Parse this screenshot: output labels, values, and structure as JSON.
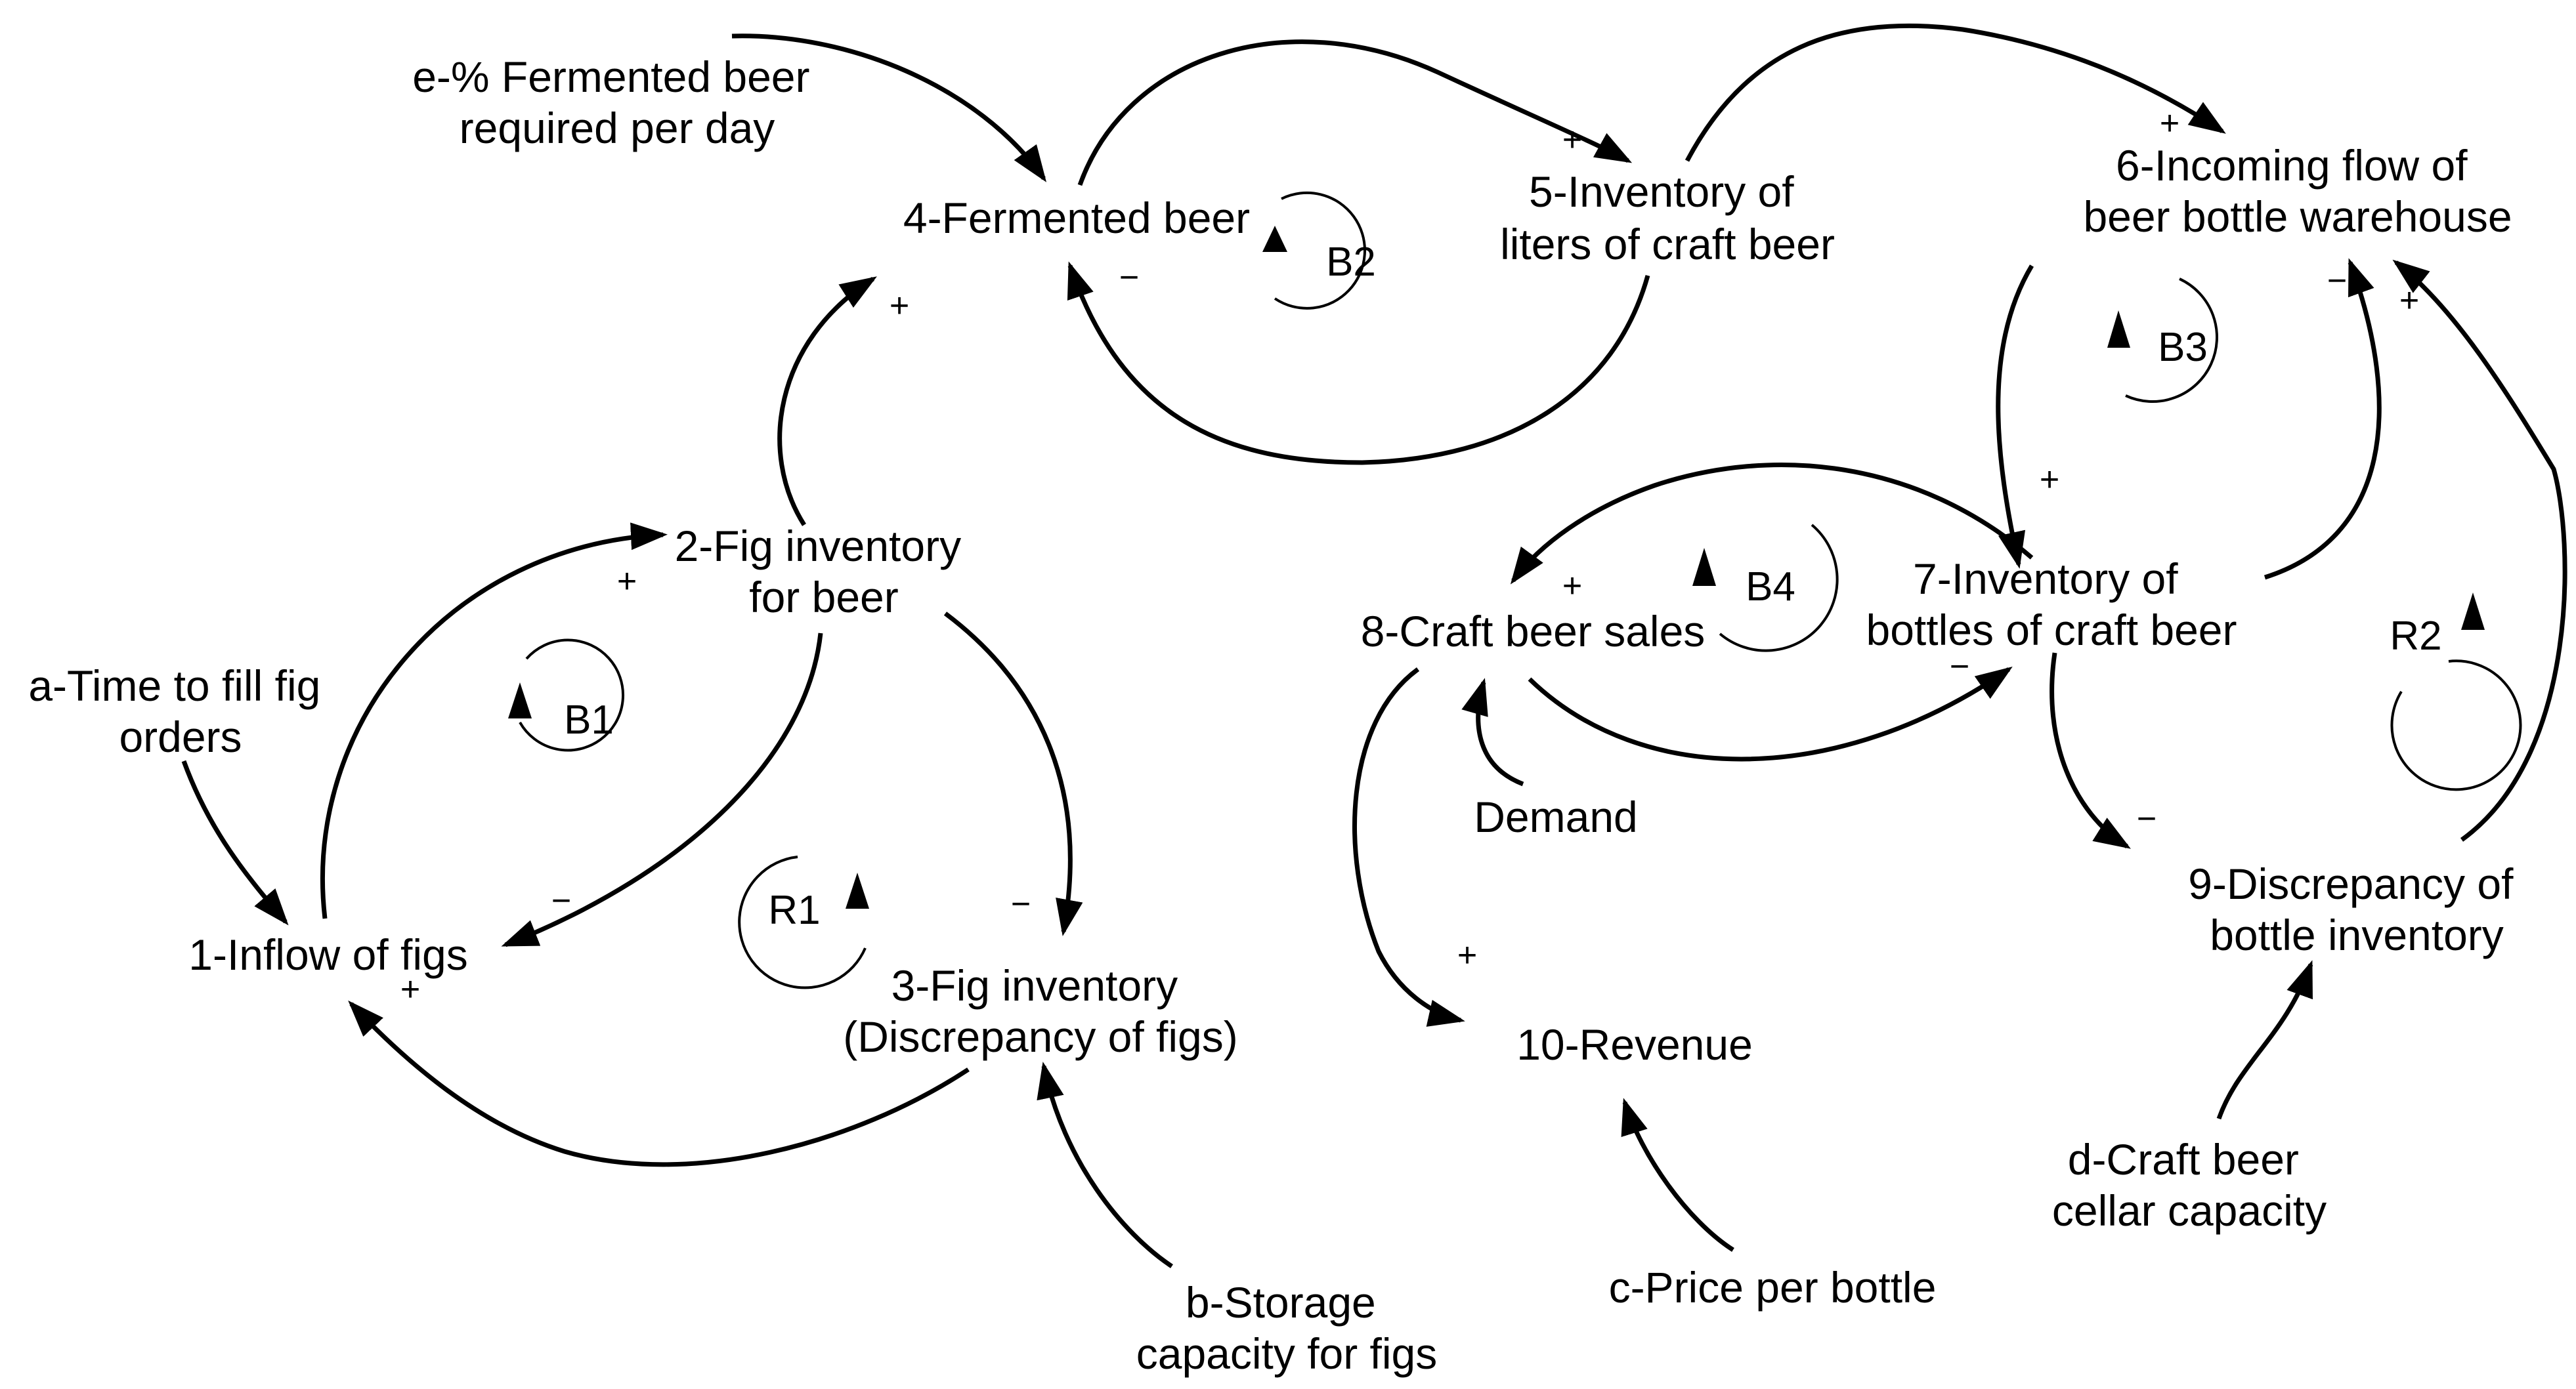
{
  "nodes": {
    "e_fermented_required": [
      "e-% Fermented beer",
      "required per day"
    ],
    "n4_fermented_beer": [
      "4-Fermented beer"
    ],
    "n5_inventory_liters": [
      "5-Inventory of",
      "liters of craft beer"
    ],
    "n6_incoming_flow": [
      "6-Incoming flow of",
      "beer bottle warehouse"
    ],
    "n2_fig_inventory_beer": [
      "2-Fig inventory",
      "for beer"
    ],
    "a_time_fill": [
      "a-Time to fill fig",
      "orders"
    ],
    "n1_inflow_figs": [
      "1-Inflow of figs"
    ],
    "n3_fig_inventory": [
      "3-Fig inventory",
      "(Discrepancy of figs)"
    ],
    "b_storage": [
      "b-Storage",
      "capacity for figs"
    ],
    "n7_inventory_bottles": [
      "7-Inventory of",
      "bottles of  craft beer"
    ],
    "n8_sales": [
      "8-Craft beer sales"
    ],
    "demand": [
      "Demand"
    ],
    "n10_revenue": [
      "10-Revenue"
    ],
    "c_price": [
      "c-Price per bottle"
    ],
    "n9_discrepancy_bottles": [
      "9-Discrepancy of",
      "bottle inventory"
    ],
    "d_cellar": [
      "d-Craft beer",
      "cellar capacity"
    ]
  },
  "loops": {
    "B1": "B1",
    "B2": "B2",
    "B3": "B3",
    "B4": "B4",
    "R1": "R1",
    "R2": "R2"
  },
  "polarity": {
    "plus": "+",
    "minus": "−"
  }
}
